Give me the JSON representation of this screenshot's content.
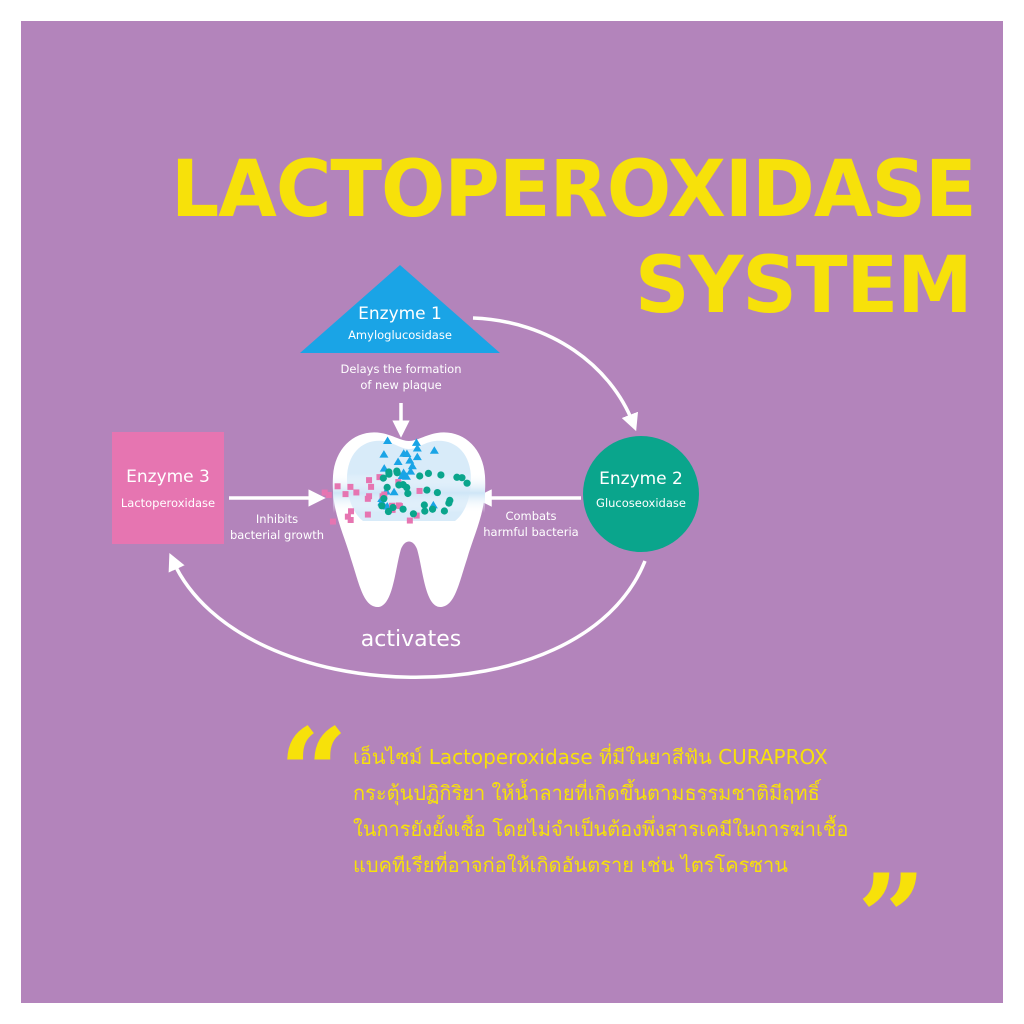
{
  "title": {
    "line1": "LACTOPEROXIDASE",
    "line2": "SYSTEM"
  },
  "colors": {
    "background": "#b384bb",
    "title": "#f7e10a",
    "enzyme1": "#1aa4e6",
    "enzyme2": "#0aa58c",
    "enzyme3": "#e675b1",
    "arrows": "#ffffff"
  },
  "enzyme1": {
    "name": "Enzyme 1",
    "subtitle": "Amyloglucosidase",
    "note_line1": "Delays the formation",
    "note_line2": "of new plaque"
  },
  "enzyme2": {
    "name": "Enzyme 2",
    "subtitle": "Glucoseoxidase",
    "note_line1": "Combats",
    "note_line2": "harmful bacteria"
  },
  "enzyme3": {
    "name": "Enzyme 3",
    "subtitle": "Lactoperoxidase",
    "note_line1": "Inhibits",
    "note_line2": "bacterial growth"
  },
  "cycle_label": "activates",
  "quote": {
    "lines": [
      "เอ็นไซม์ Lactoperoxidase ที่มีในยาสีฟัน CURAPROX",
      "กระตุ้นปฏิกิริยา ให้น้ำลายที่เกิดขึ้นตามธรรมชาติมีฤทธิ์",
      "ในการยังยั้งเชื้อ โดยไม่จำเป็นต้องพึ่งสารเคมีในการฆ่าเชื้อ",
      "แบคทีเรียที่อาจก่อให้เกิดอันตราย เช่น ไตรโครซาน"
    ],
    "open_mark": "“",
    "close_mark": "”"
  }
}
